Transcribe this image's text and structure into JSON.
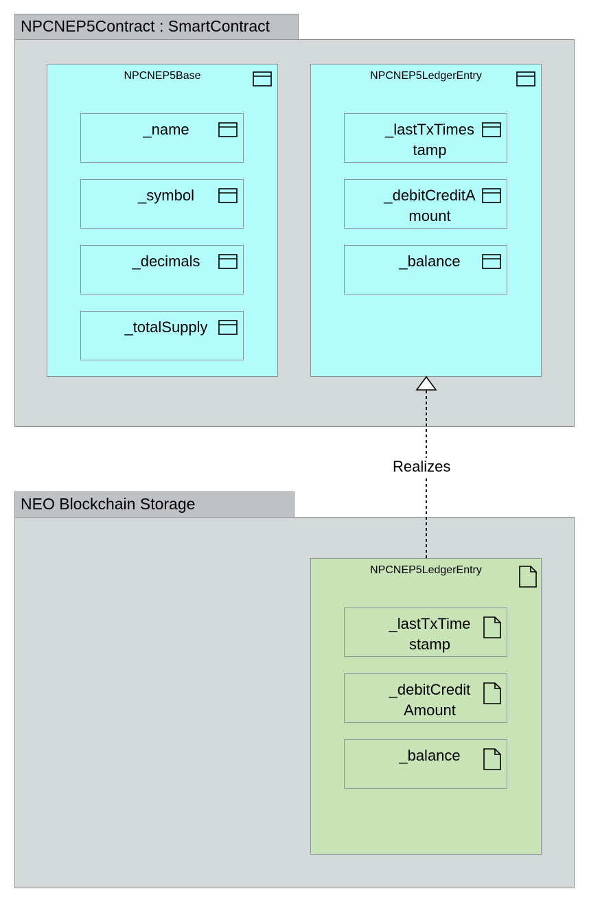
{
  "packages": {
    "contract": {
      "title": "NPCNEP5Contract : SmartContract"
    },
    "storage": {
      "title": "NEO Blockchain Storage"
    }
  },
  "components": {
    "base": {
      "title": "NPCNEP5Base",
      "icon": "application-component-icon",
      "fields": [
        "_name",
        "_symbol",
        "_decimals",
        "_totalSupply"
      ]
    },
    "ledger": {
      "title": "NPCNEP5LedgerEntry",
      "icon": "application-component-icon",
      "fields": [
        "_lastTxTimes\ntamp",
        "_debitCreditA\nmount",
        "_balance"
      ]
    },
    "storage_ledger": {
      "title": "NPCNEP5LedgerEntry",
      "icon": "data-object-icon",
      "fields": [
        "_lastTxTime\nstamp",
        "_debitCredit\nAmount",
        "_balance"
      ]
    }
  },
  "relationship": {
    "type": "realization",
    "label": "Realizes",
    "from": "storage_ledger",
    "to": "ledger"
  },
  "colors": {
    "package_fill": "#d3d8d9",
    "package_tab": "#bfc2c4",
    "application_fill": "#b3fcfc",
    "data_fill": "#c8e4b6",
    "border": "#8c9394"
  }
}
